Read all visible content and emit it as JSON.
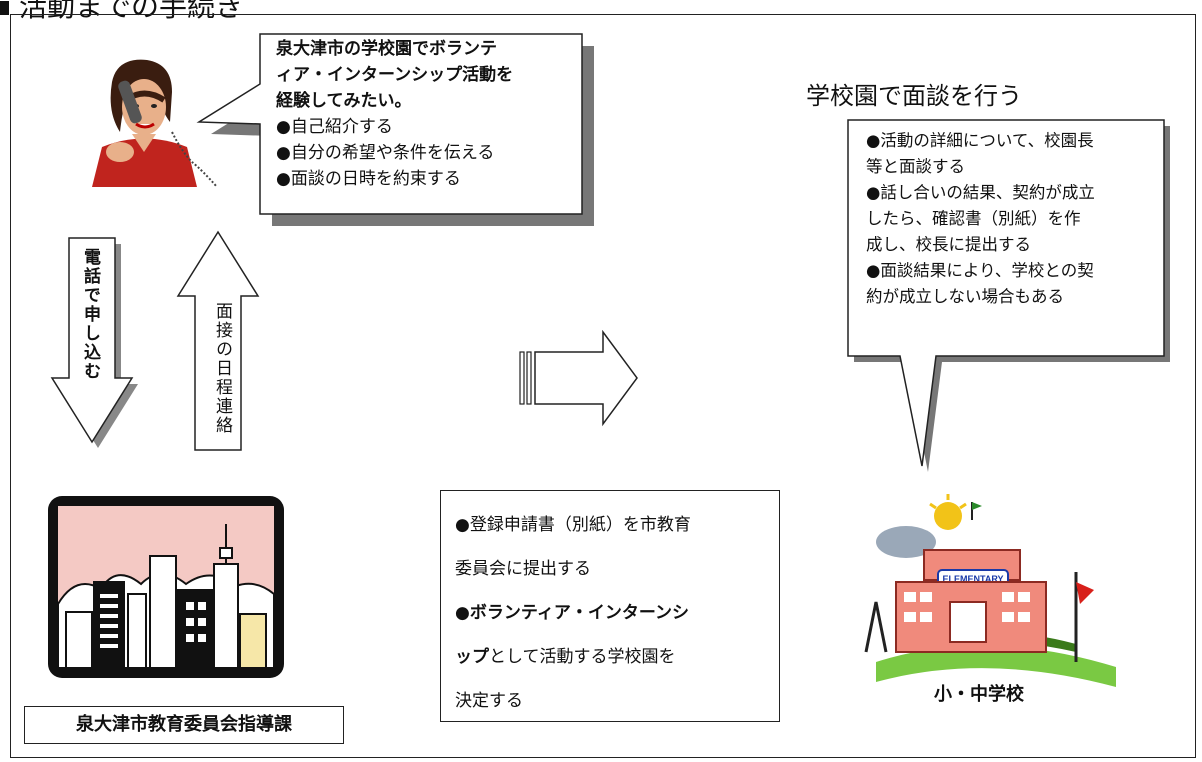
{
  "title": "活動までの手続き",
  "phone_bubble": {
    "lines_bold": [
      "泉大津市の学校園でボランテ",
      "ィア・インターンシップ活動を",
      "経験してみたい。"
    ],
    "items": [
      "●自己紹介する",
      "●自分の希望や条件を伝える",
      "●面談の日時を約束する"
    ]
  },
  "arrow_down_label": "電話で申し込む",
  "arrow_up_label": "面接の日程連絡",
  "interview_heading": "学校園で面談を行う",
  "school_bubble": {
    "lines": [
      "●活動の詳細について、校園長",
      "等と面談する",
      "●話し合いの結果、契約が成立",
      "したら、確認書（別紙）を作",
      "成し、校長に提出する",
      "●面談結果により、学校との契",
      "約が成立しない場合もある"
    ]
  },
  "registration_box": {
    "lines": [
      "●登録申請書（別紙）を市教育",
      "委員会に提出する"
    ],
    "bold_prefix": "●ボランティア・インターンシ",
    "line3_bold": "ップ",
    "line3_rest": "として活動する学校園を",
    "line4": "決定する"
  },
  "office_label": "泉大津市教育委員会指導課",
  "school_label": "小・中学校",
  "school_sign": "ELEMENTARY"
}
